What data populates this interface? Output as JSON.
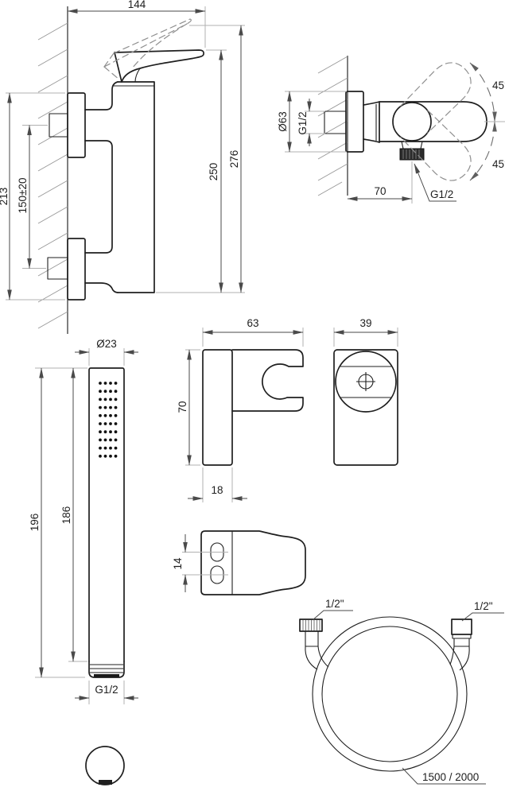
{
  "drawing_type": "shower-mixer-set-technical-drawing",
  "colors": {
    "background": "#ffffff",
    "object_line": "#1f1f1f",
    "dimension_line": "#4a4a4a",
    "extension_line": "#b0b0b0",
    "dashed_line": "#8f8f8f"
  },
  "views": {
    "mixer_side": {
      "dims": {
        "width": "144",
        "raised_lever_height": "276",
        "lever_height": "250",
        "body_height": "213",
        "inlet_spacing": "150±20"
      }
    },
    "mixer_top": {
      "dims": {
        "flange_diameter": "Ø63",
        "inlet_thread": "G1/2",
        "swing_up": "45°",
        "swing_down": "45°",
        "outlet_offset": "70",
        "outlet_thread": "G1/2"
      }
    },
    "holder_side": {
      "dims": {
        "depth": "63",
        "height": "70",
        "plate_depth": "18"
      }
    },
    "holder_front": {
      "dims": {
        "width": "39"
      }
    },
    "holder_back": {
      "dims": {
        "slot_spacing": "14"
      }
    },
    "handshower": {
      "dims": {
        "diameter": "Ø23",
        "total_length": "196",
        "body_length": "186",
        "thread": "G1/2"
      }
    },
    "hose": {
      "dims": {
        "left_thread": "1/2\"",
        "right_thread": "1/2\"",
        "length_variants": "1500 / 2000"
      }
    }
  }
}
